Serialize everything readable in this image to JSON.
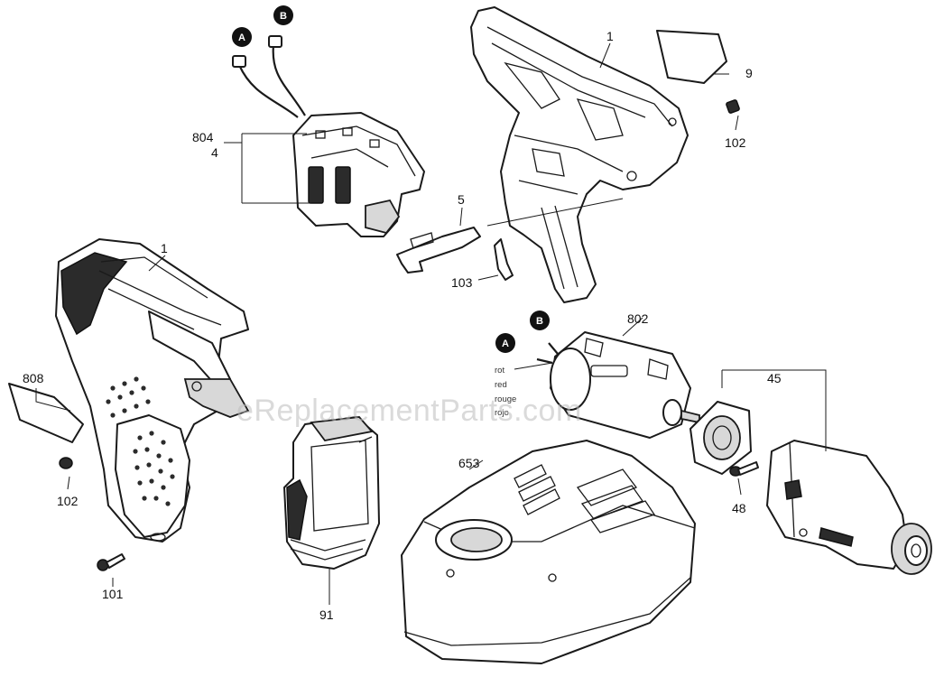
{
  "watermark": "eReplacementParts.com",
  "callouts": {
    "housing_right": "1",
    "housing_left": "1",
    "label_plate_right": "9",
    "screw_right": "102",
    "switch_code": "804",
    "switch_item": "4",
    "clip": "5",
    "spring_clip": "103",
    "label_plate_left": "808",
    "screw_left": "102",
    "screw_bottom": "101",
    "battery": "91",
    "charger": "653",
    "motor": "802",
    "gear_housing": "45",
    "gear_screw": "48"
  },
  "connectors": {
    "a": "A",
    "b": "B"
  },
  "wire_colors": [
    "rot",
    "red",
    "rouge",
    "rojo"
  ],
  "colors": {
    "line": "#1a1a1a",
    "badge": "#111111",
    "watermark": "#bdbdbd"
  }
}
